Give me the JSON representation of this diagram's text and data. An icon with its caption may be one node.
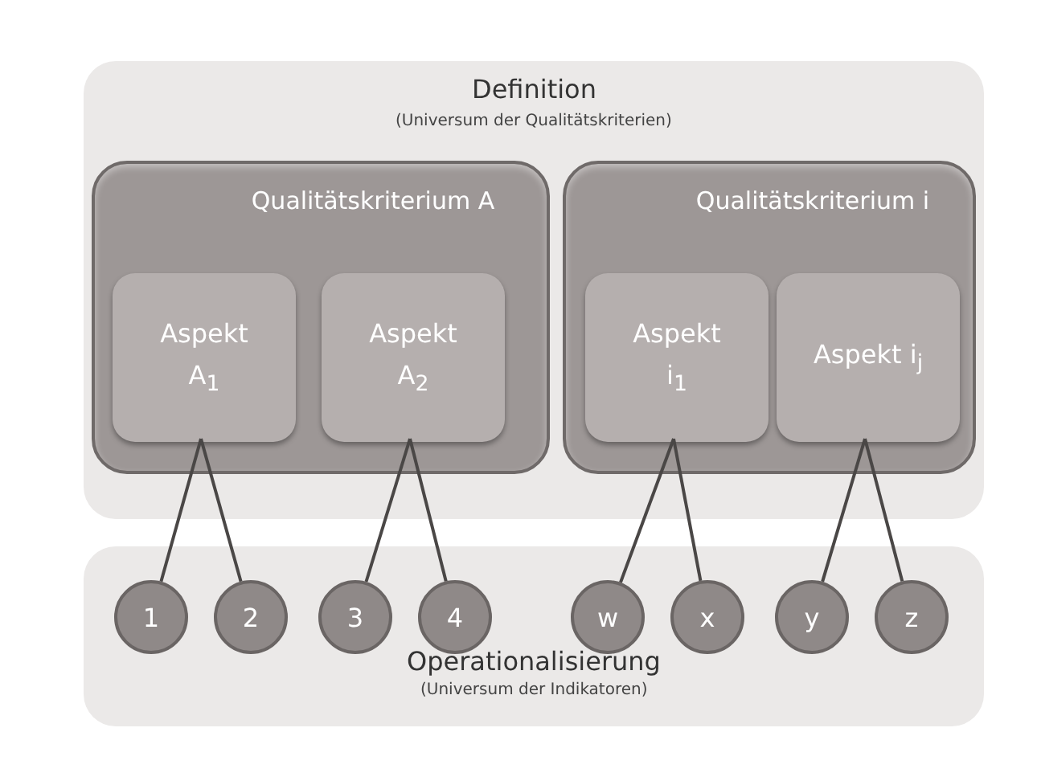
{
  "diagram": {
    "nodes": [
      {
        "text": [
          "Definition",
          "(Universum der Qualitätskriterien)"
        ]
      },
      {
        "text": [
          "Qualitätskriterium A"
        ],
        "in": 0
      },
      {
        "text": [
          "Aspekt A$_{1}$"
        ],
        "in": 1
      },
      {
        "text": [
          "Aspekt A$_{2}$"
        ],
        "in": 1
      },
      {
        "text": [
          "Qualitätskriterium i"
        ],
        "in": 0
      },
      {
        "text": [
          "Aspekt i$_{1}$"
        ],
        "in": 4
      },
      {
        "text": [
          "Aspekt i$_{j}$"
        ],
        "in": 4
      },
      {
        "text": [
          "Operationalisierung",
          "(Universum der Indikatoren)"
        ]
      },
      {
        "text": [
          "1"
        ],
        "in": 7
      },
      {
        "text": [
          "2"
        ],
        "in": 7
      },
      {
        "text": [
          "3"
        ],
        "in": 7
      },
      {
        "text": [
          "4"
        ],
        "in": 7
      },
      {
        "text": [
          "w"
        ],
        "in": 7
      },
      {
        "text": [
          "x"
        ],
        "in": 7
      },
      {
        "text": [
          "y"
        ],
        "in": 7
      },
      {
        "text": [
          "z"
        ],
        "in": 7
      }
    ],
    "edges": [
      {
        "from": 2,
        "to": 8,
        "arrow": "none"
      },
      {
        "from": 2,
        "to": 9,
        "arrow": "none"
      },
      {
        "from": 3,
        "to": 10,
        "arrow": "none"
      },
      {
        "from": 3,
        "to": 11,
        "arrow": "none"
      },
      {
        "from": 5,
        "to": 12,
        "arrow": "none"
      },
      {
        "from": 5,
        "to": 13,
        "arrow": "none"
      },
      {
        "from": 6,
        "to": 14,
        "arrow": "none"
      },
      {
        "from": 6,
        "to": 15,
        "arrow": "none"
      }
    ]
  }
}
